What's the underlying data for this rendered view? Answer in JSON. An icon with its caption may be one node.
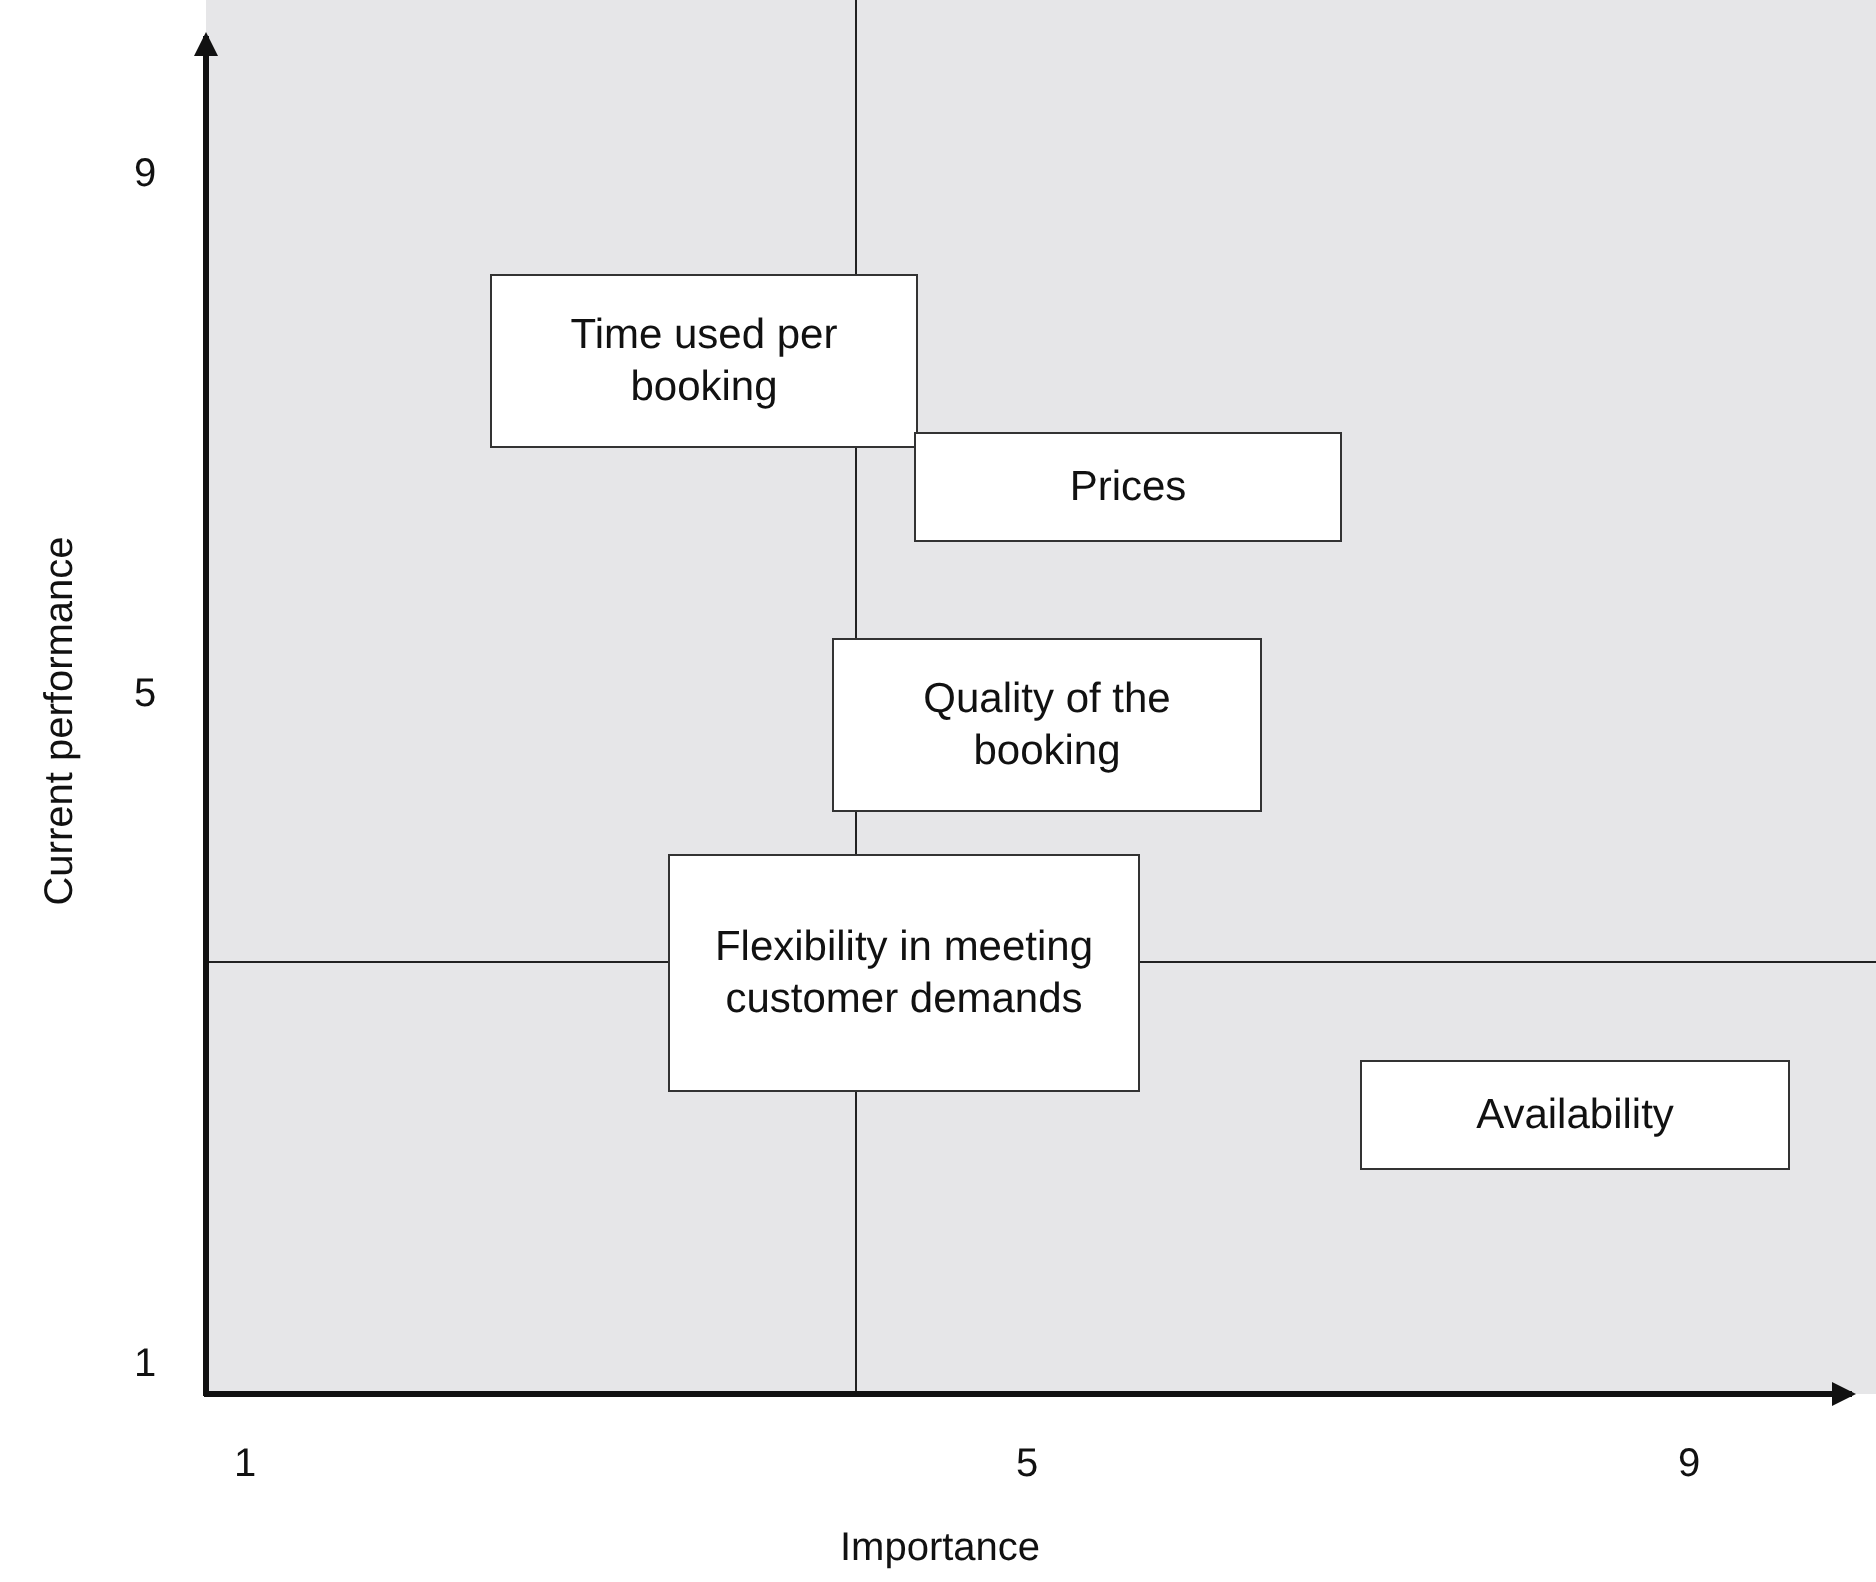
{
  "diagram": {
    "nodes": [
      {
        "text": [
          "Time used per booking"
        ]
      },
      {
        "text": [
          "Prices"
        ]
      },
      {
        "text": [
          "Quality of the booking"
        ]
      },
      {
        "text": [
          "Flexibility in meeting customer demands"
        ]
      },
      {
        "text": [
          "Availability"
        ]
      }
    ],
    "labels": [
      "9",
      "5",
      "1",
      "Current performance",
      "1",
      "5",
      "9",
      "Importance"
    ]
  }
}
